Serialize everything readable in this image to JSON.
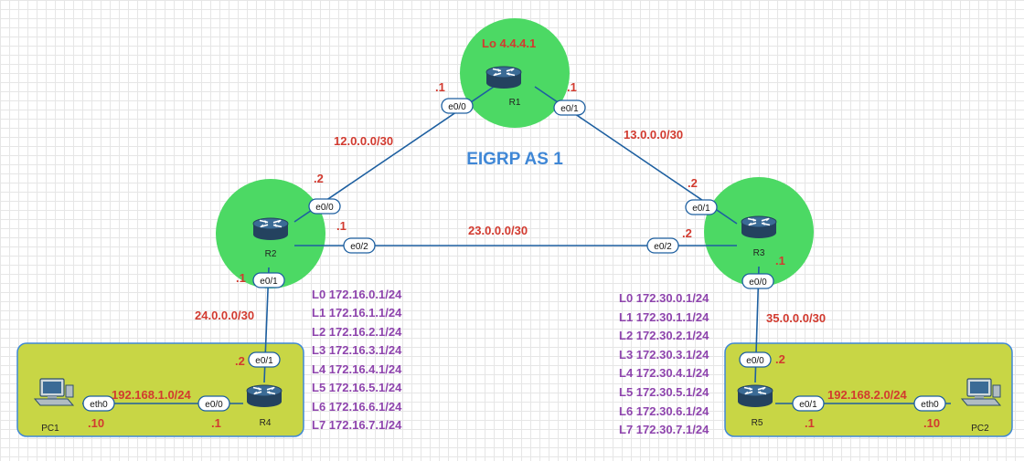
{
  "title": "EIGRP AS 1",
  "colors": {
    "routing_area": "#4cd964",
    "lan_area": "#c8d645",
    "link": "#1d5fa0",
    "ip_label": "#d23a2f",
    "loopback_label": "#8e44ad",
    "title": "#3f87d6"
  },
  "devices": {
    "r1": {
      "name": "R1",
      "icon": "router-icon",
      "loopback": "Lo 4.4.4.1"
    },
    "r2": {
      "name": "R2",
      "icon": "router-icon"
    },
    "r3": {
      "name": "R3",
      "icon": "router-icon"
    },
    "r4": {
      "name": "R4",
      "icon": "router-icon"
    },
    "r5": {
      "name": "R5",
      "icon": "router-icon"
    },
    "pc1": {
      "name": "PC1",
      "icon": "pc-icon"
    },
    "pc2": {
      "name": "PC2",
      "icon": "pc-icon"
    }
  },
  "links": {
    "r1_r2": {
      "subnet": "12.0.0.0/30",
      "a_iface": "e0/0",
      "a_host": ".1",
      "b_iface": "e0/0",
      "b_host": ".2"
    },
    "r1_r3": {
      "subnet": "13.0.0.0/30",
      "a_iface": "e0/1",
      "a_host": ".1",
      "b_iface": "e0/1",
      "b_host": ".2"
    },
    "r2_r3": {
      "subnet": "23.0.0.0/30",
      "a_iface": "e0/2",
      "a_host": ".1",
      "b_iface": "e0/2",
      "b_host": ".2"
    },
    "r2_r4": {
      "subnet": "24.0.0.0/30",
      "a_iface": "e0/1",
      "a_host": ".1",
      "b_iface": "e0/1",
      "b_host": ".2"
    },
    "r3_r5": {
      "subnet": "35.0.0.0/30",
      "a_iface": "e0/0",
      "a_host": ".1",
      "b_iface": "e0/0",
      "b_host": ".2"
    },
    "r4_pc1": {
      "subnet": "192.168.1.0/24",
      "a_iface": "e0/0",
      "a_host": ".1",
      "b_iface": "eth0",
      "b_host": ".10"
    },
    "r5_pc2": {
      "subnet": "192.168.2.0/24",
      "a_iface": "e0/1",
      "a_host": ".1",
      "b_iface": "eth0",
      "b_host": ".10"
    }
  },
  "loopbacks": {
    "r2": [
      "L0 172.16.0.1/24",
      "L1 172.16.1.1/24",
      "L2 172.16.2.1/24",
      "L3 172.16.3.1/24",
      "L4 172.16.4.1/24",
      "L5 172.16.5.1/24",
      "L6 172.16.6.1/24",
      "L7 172.16.7.1/24"
    ],
    "r3": [
      "L0 172.30.0.1/24",
      "L1 172.30.1.1/24",
      "L2 172.30.2.1/24",
      "L3 172.30.3.1/24",
      "L4 172.30.4.1/24",
      "L5 172.30.5.1/24",
      "L6 172.30.6.1/24",
      "L7 172.30.7.1/24"
    ]
  }
}
